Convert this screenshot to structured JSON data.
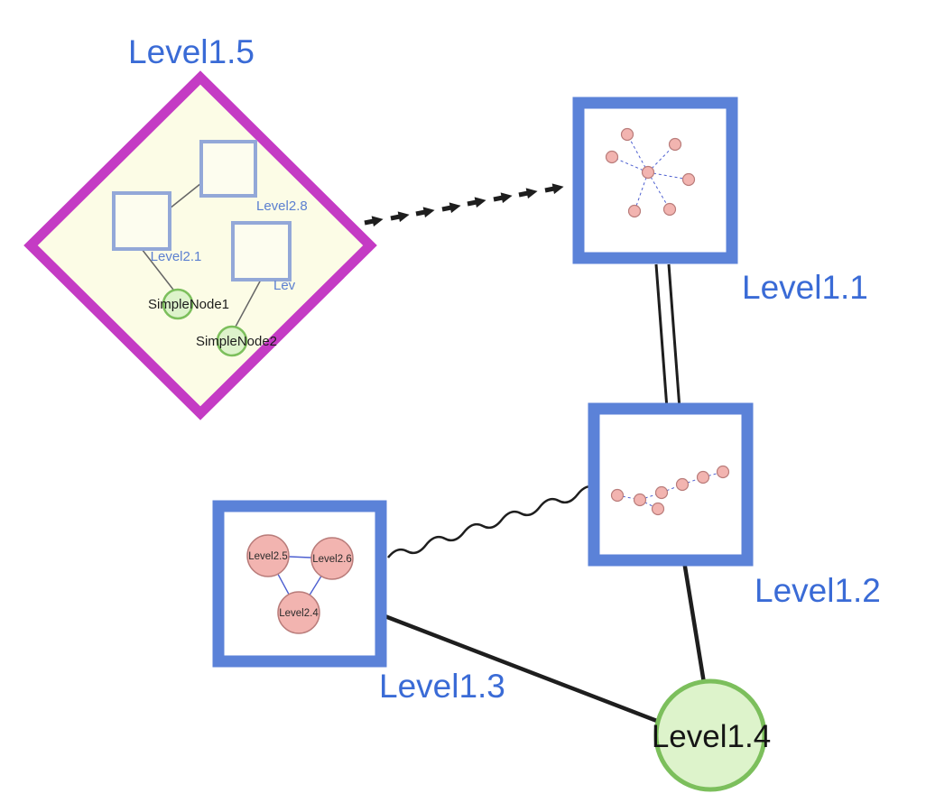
{
  "colors": {
    "label_blue": "#3a6bd6",
    "inner_label_blue": "#5b7fd0",
    "node_border_blue": "#5b82d8",
    "diamond_border": "#c43bc4",
    "diamond_fill": "#fcfce6",
    "inner_square_fill": "#fdfdef",
    "inner_square_border": "#93a8d8",
    "green_fill": "#ddf3cb",
    "green_border": "#7cbf5c",
    "pink_fill": "#f2b4b0",
    "pink_border": "#b97c7a",
    "mini_edge_blue": "#4d5fd0",
    "edge_color": "#1e1e1e"
  },
  "diagram": {
    "nodes": {
      "level1_5": {
        "label": "Level1.5",
        "shape": "diamond"
      },
      "level1_1": {
        "label": "Level1.1",
        "shape": "square"
      },
      "level1_2": {
        "label": "Level1.2",
        "shape": "square"
      },
      "level1_3": {
        "label": "Level1.3",
        "shape": "square"
      },
      "level1_4": {
        "label": "Level1.4",
        "shape": "circle"
      },
      "level2_8": {
        "label": "Level2.8",
        "shape": "square"
      },
      "level2_1": {
        "label": "Level2.1",
        "shape": "square"
      },
      "lev": {
        "label": "Lev",
        "shape": "square"
      },
      "simple_node_1": {
        "label": "SimpleNode1",
        "shape": "circle"
      },
      "simple_node_2": {
        "label": "SimpleNode2",
        "shape": "circle"
      },
      "level2_5": {
        "label": "Level2.5",
        "shape": "circle"
      },
      "level2_6": {
        "label": "Level2.6",
        "shape": "circle"
      },
      "level2_4": {
        "label": "Level2.4",
        "shape": "circle"
      }
    },
    "edges": [
      {
        "from": "Level1.5",
        "to": "Level1.1",
        "style": "dashed-arrow-chain"
      },
      {
        "from": "Level1.1",
        "to": "Level1.2",
        "style": "double-line"
      },
      {
        "from": "Level1.3",
        "to": "Level1.2",
        "style": "wavy"
      },
      {
        "from": "Level1.3",
        "to": "Level1.4",
        "style": "line"
      },
      {
        "from": "Level1.2",
        "to": "Level1.4",
        "style": "line"
      },
      {
        "from": "Level2.1",
        "to": "Level2.8",
        "style": "line"
      },
      {
        "from": "Level2.1",
        "to": "SimpleNode1",
        "style": "line"
      },
      {
        "from": "Lev",
        "to": "SimpleNode2",
        "style": "line"
      },
      {
        "from": "Level2.5",
        "to": "Level2.6",
        "style": "line"
      },
      {
        "from": "Level2.5",
        "to": "Level2.4",
        "style": "line"
      },
      {
        "from": "Level2.6",
        "to": "Level2.4",
        "style": "line"
      }
    ]
  }
}
